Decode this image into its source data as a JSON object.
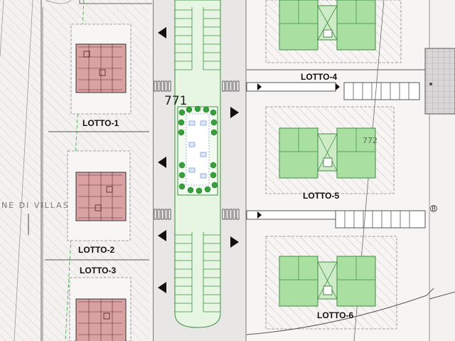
{
  "lots": [
    {
      "id": "lotto-1",
      "label": "LOTTO-1"
    },
    {
      "id": "lotto-2",
      "label": "LOTTO-2"
    },
    {
      "id": "lotto-3",
      "label": "LOTTO-3"
    },
    {
      "id": "lotto-4",
      "label": "LOTTO-4"
    },
    {
      "id": "lotto-5",
      "label": "LOTTO-5"
    },
    {
      "id": "lotto-6",
      "label": "LOTTO-6"
    }
  ],
  "elevations": {
    "main": "771",
    "small": "772"
  },
  "street_label": "NE DI VILLASTELLA",
  "survey_marker": "B",
  "colors": {
    "background": "#f4f1f1",
    "residential_red": "#d9a1a2",
    "residential_green": "#a9dfa0",
    "green_lines": "#3e8e3e",
    "parking_green": "#e6f6e3",
    "road_gray": "#e9e6e6",
    "hatch": "#c9c0c0",
    "parcel_border": "#555555"
  },
  "icons": [
    "direction-arrow-icon",
    "pedestrian-crossing-icon",
    "tree-icon",
    "survey-marker-icon"
  ]
}
